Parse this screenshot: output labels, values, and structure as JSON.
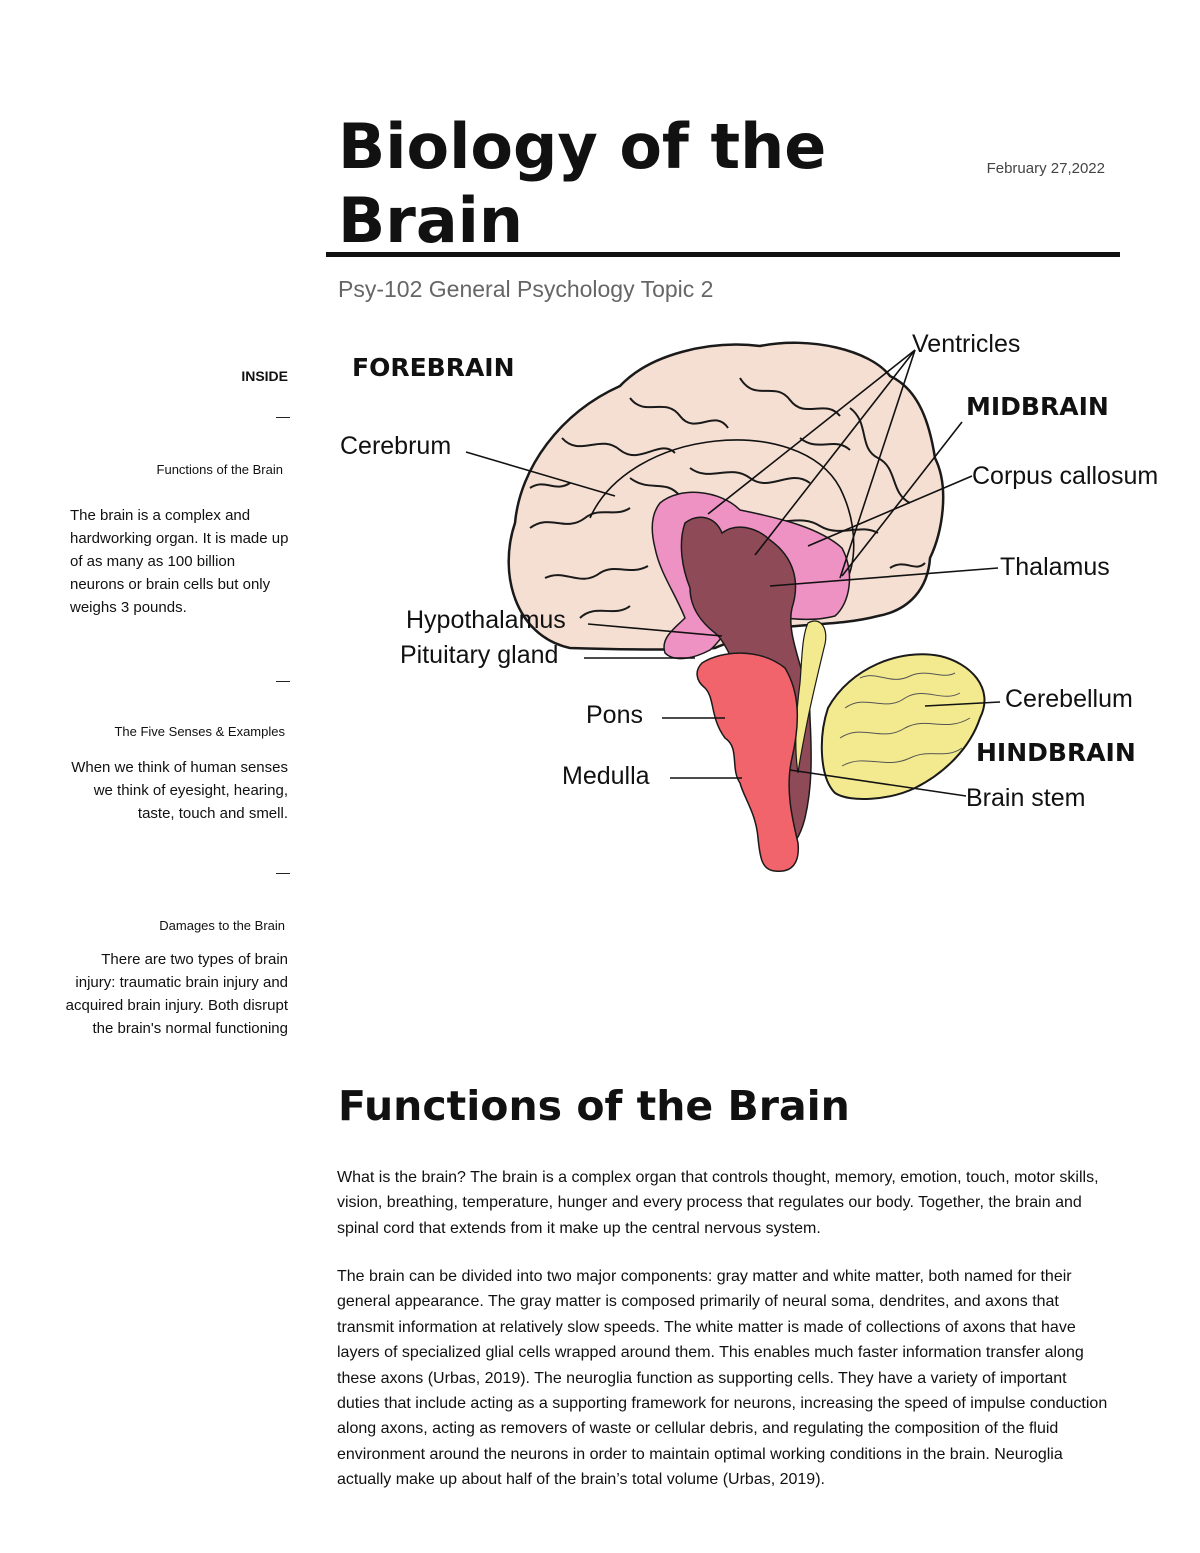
{
  "header": {
    "title": "Biology of the Brain",
    "date": "February 27,2022",
    "subtitle": "Psy-102 General Psychology Topic 2"
  },
  "sidebar": {
    "inside": "INSIDE",
    "dash": "—",
    "sections": [
      {
        "heading": "Functions of the Brain",
        "text": "The brain is a complex and hardworking organ. It is made up of as many as 100 billion neurons or brain cells but only weighs 3 pounds."
      },
      {
        "heading": "The Five Senses & Examples",
        "text": "When we think of human senses we think of eyesight, hearing, taste, touch and smell."
      },
      {
        "heading": "Damages to the Brain",
        "text": "There are two types of brain injury: traumatic brain injury and acquired brain injury. Both disrupt the brain's normal functioning"
      }
    ]
  },
  "diagram": {
    "regions": {
      "forebrain": "FOREBRAIN",
      "midbrain": "MIDBRAIN",
      "hindbrain": "HINDBRAIN"
    },
    "labels": {
      "ventricles": "Ventricles",
      "cerebrum": "Cerebrum",
      "corpus_callosum": "Corpus callosum",
      "thalamus": "Thalamus",
      "hypothalamus": "Hypothalamus",
      "pituitary": "Pituitary gland",
      "pons": "Pons",
      "cerebellum": "Cerebellum",
      "medulla": "Medulla",
      "brain_stem": "Brain stem"
    },
    "colors": {
      "cerebrum": "#f5dfd3",
      "limbic": "#ee92c4",
      "core": "#8f4a57",
      "brainstem": "#f2646c",
      "cerebellum": "#f3ea8f",
      "outline": "#1a1a1a"
    }
  },
  "main": {
    "heading": "Functions of the Brain",
    "paragraphs": [
      "What is the brain? The brain is a complex organ that controls thought, memory, emotion, touch, motor skills, vision, breathing, temperature, hunger and every process that regulates our body. Together, the brain and spinal cord that extends from it make up the central nervous system.",
      "The brain can be divided into two major components: gray matter and white matter, both named for their general appearance. The gray matter is composed primarily of neural soma, dendrites, and axons that transmit information at relatively slow speeds. The white matter is made of collections of axons that have layers of specialized glial cells wrapped around them. This enables much faster information transfer along these axons (Urbas, 2019). The neuroglia function as supporting cells. They have a variety of important duties that include acting as a supporting framework for neurons, increasing the speed of impulse conduction along axons, acting as removers of waste or cellular debris, and regulating the composition of the fluid environment around the neurons in order to maintain optimal working conditions in the brain. Neuroglia actually make up about half of the brain’s total volume (Urbas, 2019)."
    ]
  }
}
